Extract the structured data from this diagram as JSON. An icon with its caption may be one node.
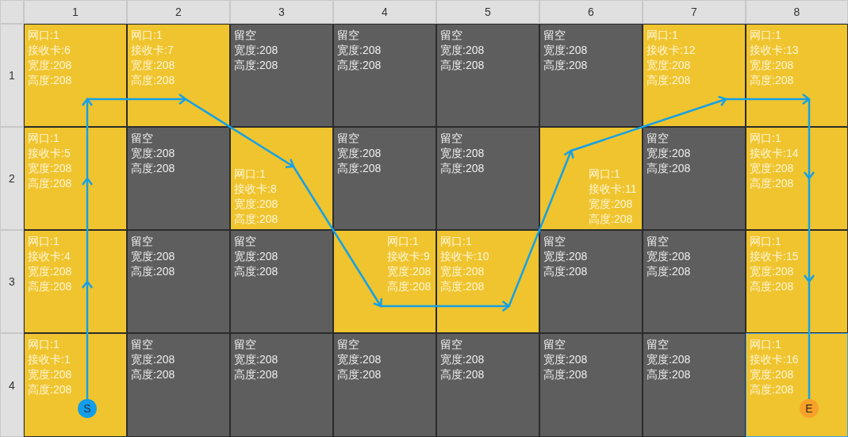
{
  "diagram": {
    "nodes": [
      {
        "text": [
          "网口:1",
          "接收卡:6",
          "宽度:208",
          "高度:208"
        ]
      },
      {
        "text": [
          "网口:1",
          "接收卡:7",
          "宽度:208",
          "高度:208"
        ]
      },
      {
        "text": [
          "留空",
          "宽度:208",
          "高度:208"
        ]
      },
      {
        "text": [
          "留空",
          "宽度:208",
          "高度:208"
        ]
      },
      {
        "text": [
          "留空",
          "宽度:208",
          "高度:208"
        ]
      },
      {
        "text": [
          "留空",
          "宽度:208",
          "高度:208"
        ]
      },
      {
        "text": [
          "网口:1",
          "接收卡:12",
          "宽度:208",
          "高度:208"
        ]
      },
      {
        "text": [
          "网口:1",
          "接收卡:13",
          "宽度:208",
          "高度:208"
        ]
      },
      {
        "text": [
          "网口:1",
          "接收卡:5",
          "宽度:208",
          "高度:208"
        ]
      },
      {
        "text": [
          "留空",
          "宽度:208",
          "高度:208"
        ]
      },
      {
        "text": [
          "网口:1",
          "接收卡:8",
          "宽度:208",
          "高度:208"
        ]
      },
      {
        "text": [
          "留空",
          "宽度:208",
          "高度:208"
        ]
      },
      {
        "text": [
          "留空",
          "宽度:208",
          "高度:208"
        ]
      },
      {
        "text": [
          "网口:1",
          "接收卡:11",
          "宽度:208",
          "高度:208"
        ]
      },
      {
        "text": [
          "留空",
          "宽度:208",
          "高度:208"
        ]
      },
      {
        "text": [
          "网口:1",
          "接收卡:14",
          "宽度:208",
          "高度:208"
        ]
      },
      {
        "text": [
          "网口:1",
          "接收卡:4",
          "宽度:208",
          "高度:208"
        ]
      },
      {
        "text": [
          "留空",
          "宽度:208",
          "高度:208"
        ]
      },
      {
        "text": [
          "留空",
          "宽度:208",
          "高度:208"
        ]
      },
      {
        "text": [
          "网口:1",
          "接收卡:9",
          "宽度:208",
          "高度:208"
        ]
      },
      {
        "text": [
          "网口:1",
          "接收卡:10",
          "宽度:208",
          "高度:208"
        ]
      },
      {
        "text": [
          "留空",
          "宽度:208",
          "高度:208"
        ]
      },
      {
        "text": [
          "留空",
          "宽度:208",
          "高度:208"
        ]
      },
      {
        "text": [
          "网口:1",
          "接收卡:15",
          "宽度:208",
          "高度:208"
        ]
      },
      {
        "text": [
          "网口:1",
          "接收卡:1",
          "宽度:208",
          "高度:208"
        ]
      },
      {
        "text": [
          "留空",
          "宽度:208",
          "高度:208"
        ]
      },
      {
        "text": [
          "留空",
          "宽度:208",
          "高度:208"
        ]
      },
      {
        "text": [
          "留空",
          "宽度:208",
          "高度:208"
        ]
      },
      {
        "text": [
          "留空",
          "宽度:208",
          "高度:208"
        ]
      },
      {
        "text": [
          "留空",
          "宽度:208",
          "高度:208"
        ]
      },
      {
        "text": [
          "留空",
          "宽度:208",
          "高度:208"
        ]
      },
      {
        "text": [
          "网口:1",
          "接收卡:16",
          "宽度:208",
          "高度:208"
        ]
      },
      {
        "text": [
          "S"
        ],
        "in": 24
      },
      {
        "text": [
          "E"
        ],
        "in": 31
      }
    ],
    "edges": [
      {
        "from": 32,
        "to": 16,
        "arrow": "to"
      },
      {
        "from": 16,
        "to": 8,
        "arrow": "to"
      },
      {
        "from": 8,
        "to": 0,
        "arrow": "to"
      },
      {
        "from": 0,
        "to": 1,
        "arrow": "to"
      },
      {
        "from": 1,
        "to": 10,
        "arrow": "to"
      },
      {
        "from": 10,
        "to": 19,
        "arrow": "to"
      },
      {
        "from": 19,
        "to": 20,
        "arrow": "to"
      },
      {
        "from": 20,
        "to": 13,
        "arrow": "to"
      },
      {
        "from": 13,
        "to": 6,
        "arrow": "to"
      },
      {
        "from": 6,
        "to": 7,
        "arrow": "to"
      },
      {
        "from": 7,
        "to": 15,
        "arrow": "to"
      },
      {
        "from": 15,
        "to": 23,
        "arrow": "to"
      },
      {
        "from": 23,
        "to": 33,
        "arrow": "none"
      }
    ],
    "labels": [
      "1",
      "2",
      "3",
      "4",
      "5",
      "6",
      "7",
      "8",
      "1",
      "2",
      "3",
      "4"
    ]
  }
}
